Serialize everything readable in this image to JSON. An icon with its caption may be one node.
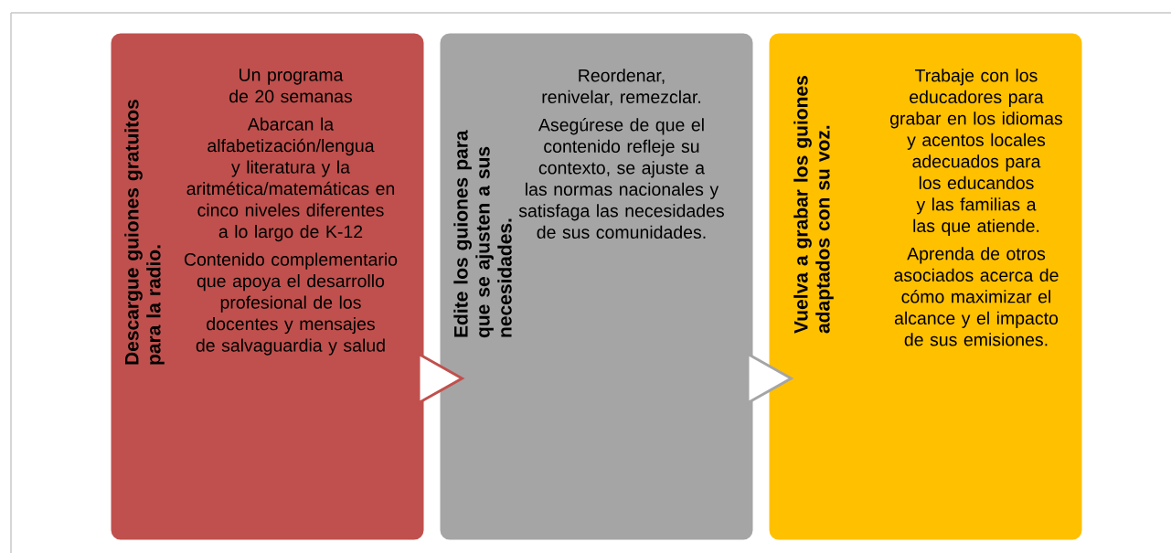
{
  "diagram": {
    "nodes": [
      {
        "text": [
          "Descargue guiones gratuitos para la radio.",
          "Un programa de 20 semanas",
          "Abarcan la alfabetización/lengua y literatura y la aritmética/matemáticas en cinco niveles diferentes a lo largo de K-12",
          "Contenido complementario que apoya el desarrollo profesional de los docentes y mensajes de salvaguardia y salud"
        ]
      },
      {
        "text": [
          "Edite los guiones para que se ajusten a sus necesidades.",
          "Reordenar, renivelar, remezclar.",
          "Asegúrese de que el contenido refleje su contexto, se ajuste a las normas nacionales y satisfaga las necesidades de sus comunidades."
        ]
      },
      {
        "text": [
          "Vuelva a grabar los guiones adaptados con su voz.",
          "Trabaje con los educadores para grabar en los idiomas y acentos locales adecuados para los educandos y las familias a las que atiende.",
          "Aprenda de otros asociados acerca de cómo maximizar el alcance y el impacto de sus emisiones."
        ]
      }
    ],
    "edges": [
      {
        "from": 0,
        "to": 1,
        "arrow": "to",
        "color": "#c0504d"
      },
      {
        "from": 1,
        "to": 2,
        "arrow": "to",
        "color": "#a5a5a5"
      }
    ]
  }
}
